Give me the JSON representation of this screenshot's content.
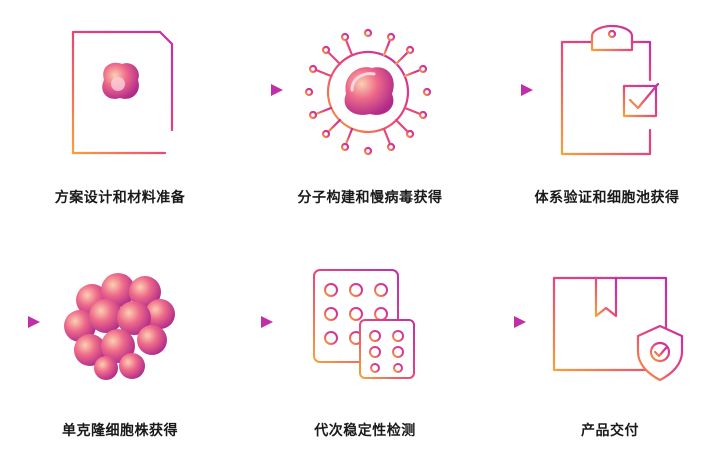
{
  "steps": [
    {
      "label": "方案设计和材料准备",
      "icon": "document-cell-icon"
    },
    {
      "label": "分子构建和慢病毒获得",
      "icon": "virus-icon"
    },
    {
      "label": "体系验证和细胞池获得",
      "icon": "clipboard-check-icon"
    },
    {
      "label": "单克隆细胞株获得",
      "icon": "cell-cluster-icon"
    },
    {
      "label": "代次稳定性检测",
      "icon": "pill-blister-icon"
    },
    {
      "label": "产品交付",
      "icon": "box-shield-icon"
    }
  ],
  "colors": {
    "gradient_start": "#f5a23a",
    "gradient_mid": "#e8447a",
    "gradient_end": "#c02fa8",
    "text": "#1a1a1a"
  }
}
